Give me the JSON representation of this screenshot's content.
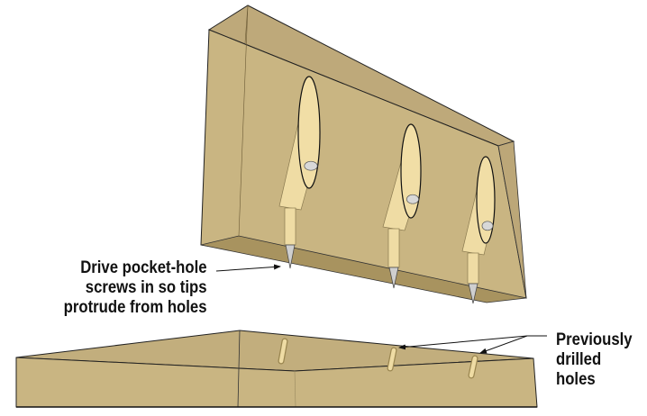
{
  "annotations": {
    "drive": [
      "Drive pocket-hole",
      "screws in so tips",
      "protrude from holes"
    ],
    "previous": [
      "Previously",
      "drilled",
      "holes"
    ]
  },
  "colors": {
    "wood_front": "#c9b582",
    "wood_top": "#bea97a",
    "wood_bottom": "#a8935f",
    "screw": "#efdca4",
    "outline": "#1a1a1a"
  }
}
